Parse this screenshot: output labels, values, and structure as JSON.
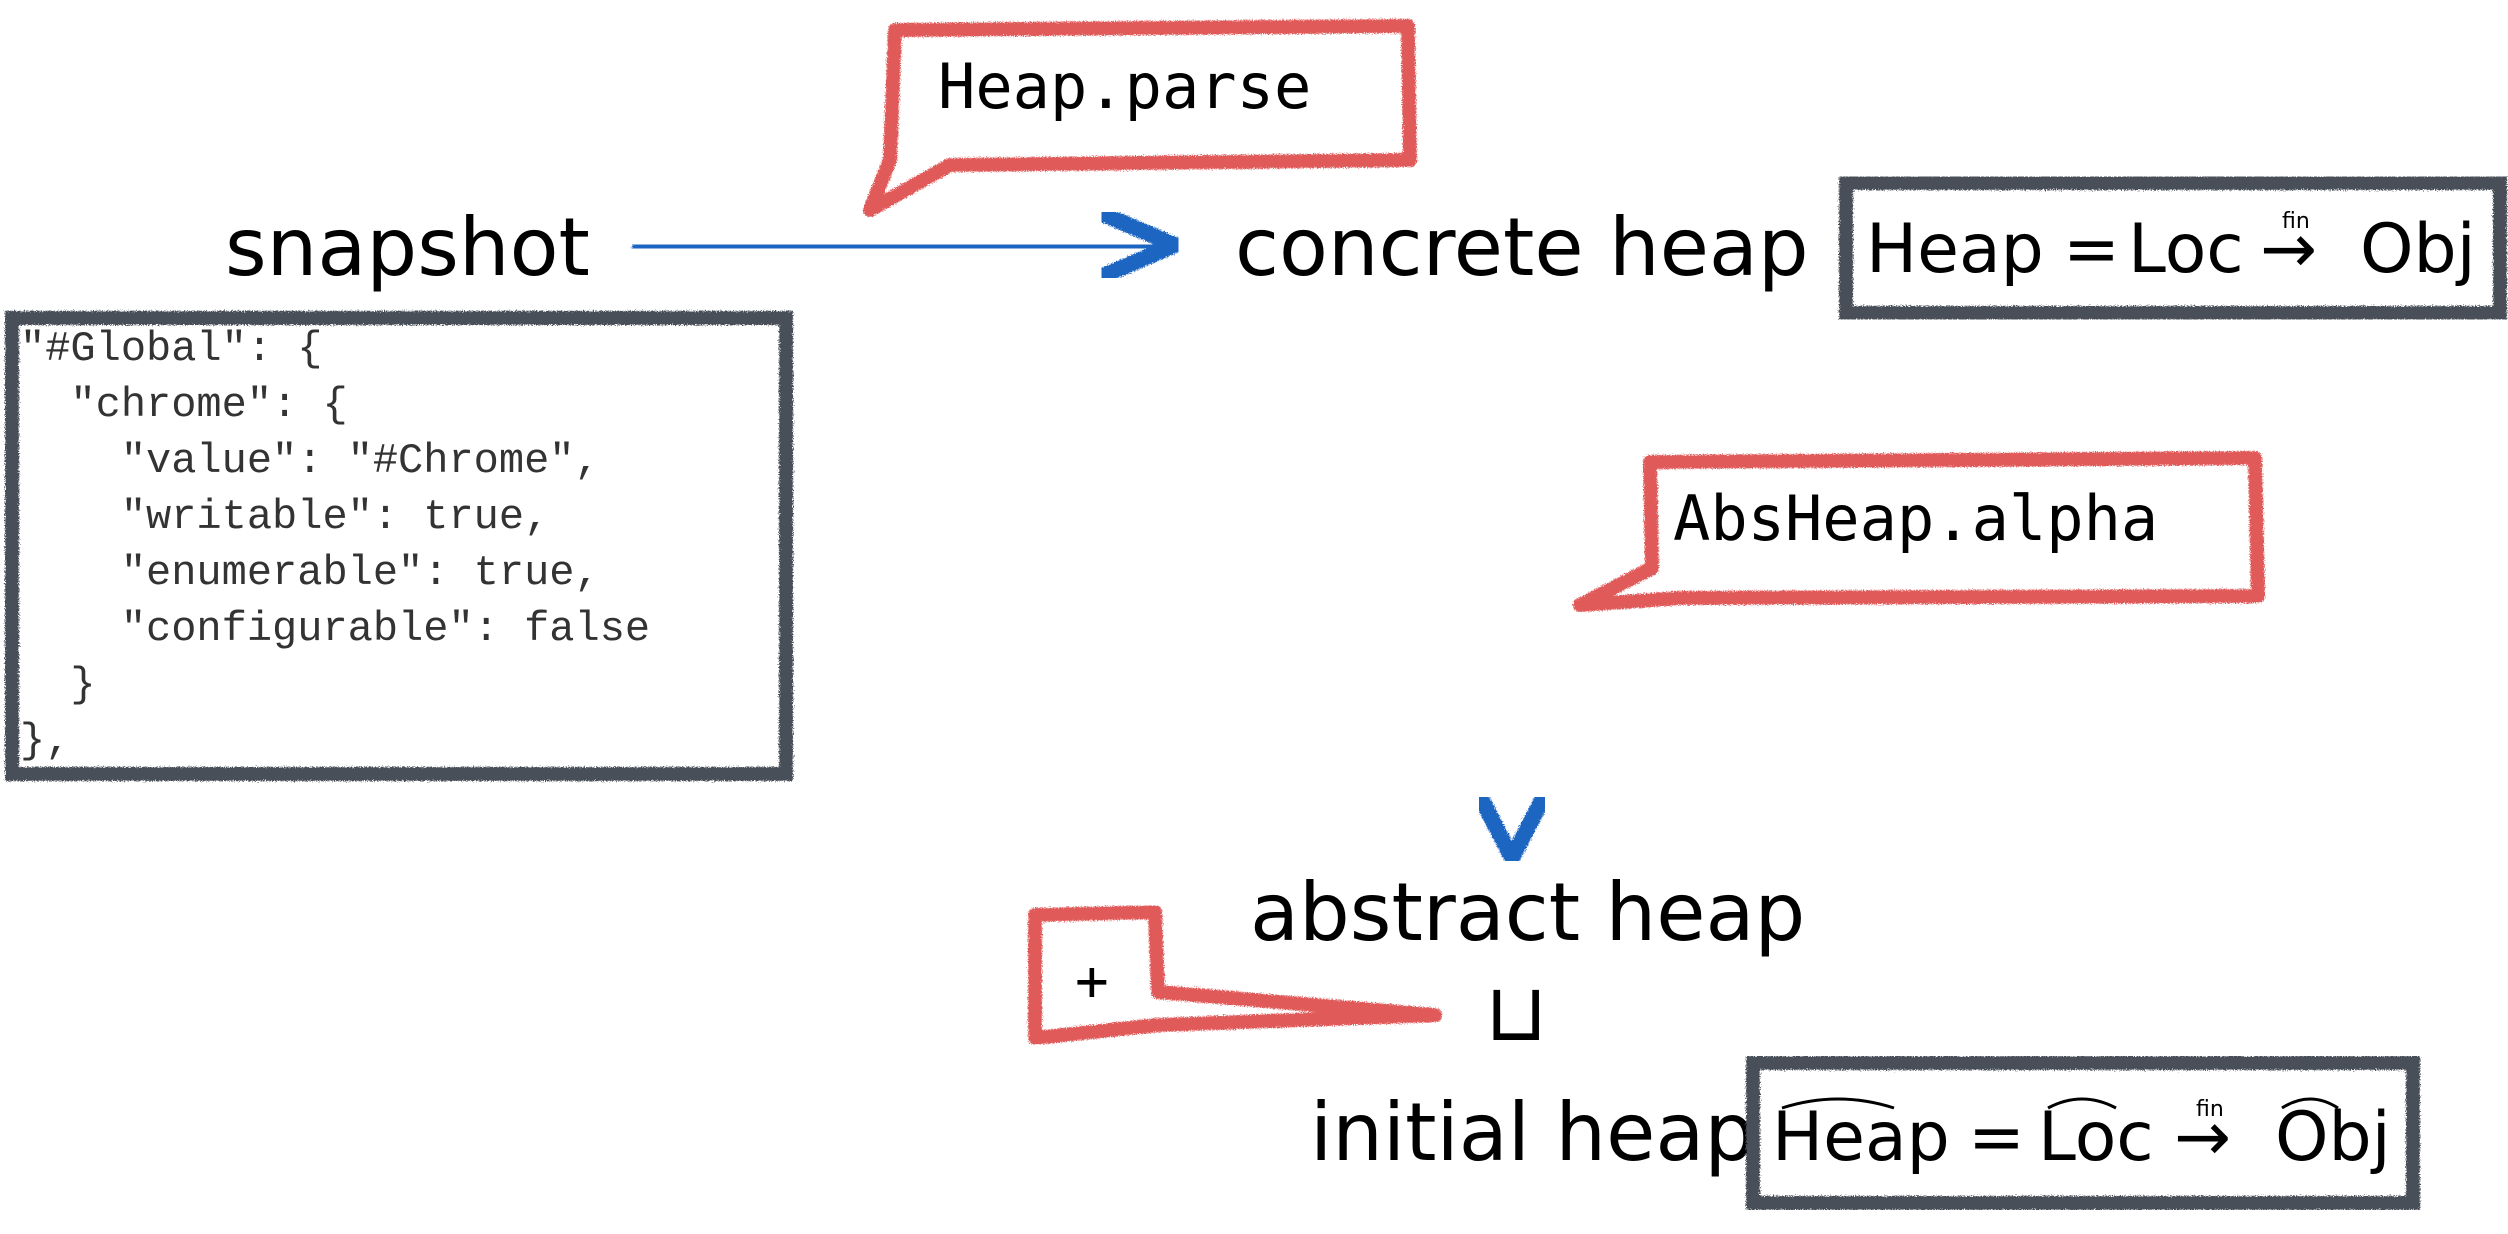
{
  "nodes": {
    "snapshot": "snapshot",
    "concrete_heap": "concrete heap",
    "abstract_heap": "abstract heap",
    "join_symbol": "⊔",
    "initial_heap": "initial heap"
  },
  "callouts": {
    "heap_parse": "Heap.parse",
    "absheap_alpha": "AbsHeap.alpha",
    "plus": "+"
  },
  "code_snippet": {
    "lines": [
      "\"#Global\": {",
      "  \"chrome\": {",
      "    \"value\": \"#Chrome\",",
      "    \"writable\": true,",
      "    \"enumerable\": true,",
      "    \"configurable\": false",
      "  }",
      "},"
    ]
  },
  "formulas": {
    "concrete": {
      "heap": "Heap",
      "eq": "=",
      "loc": "Loc",
      "arrow": "→",
      "fin": "fin",
      "obj": "Obj"
    },
    "abstract": {
      "heap": "Heap",
      "eq": "=",
      "loc": "Loc",
      "arrow": "→",
      "fin": "fin",
      "obj": "Obj"
    }
  },
  "colors": {
    "arrow": "#1f66c2",
    "callout": "#e05a5a",
    "box": "#4a4f59",
    "text": "#000000"
  }
}
